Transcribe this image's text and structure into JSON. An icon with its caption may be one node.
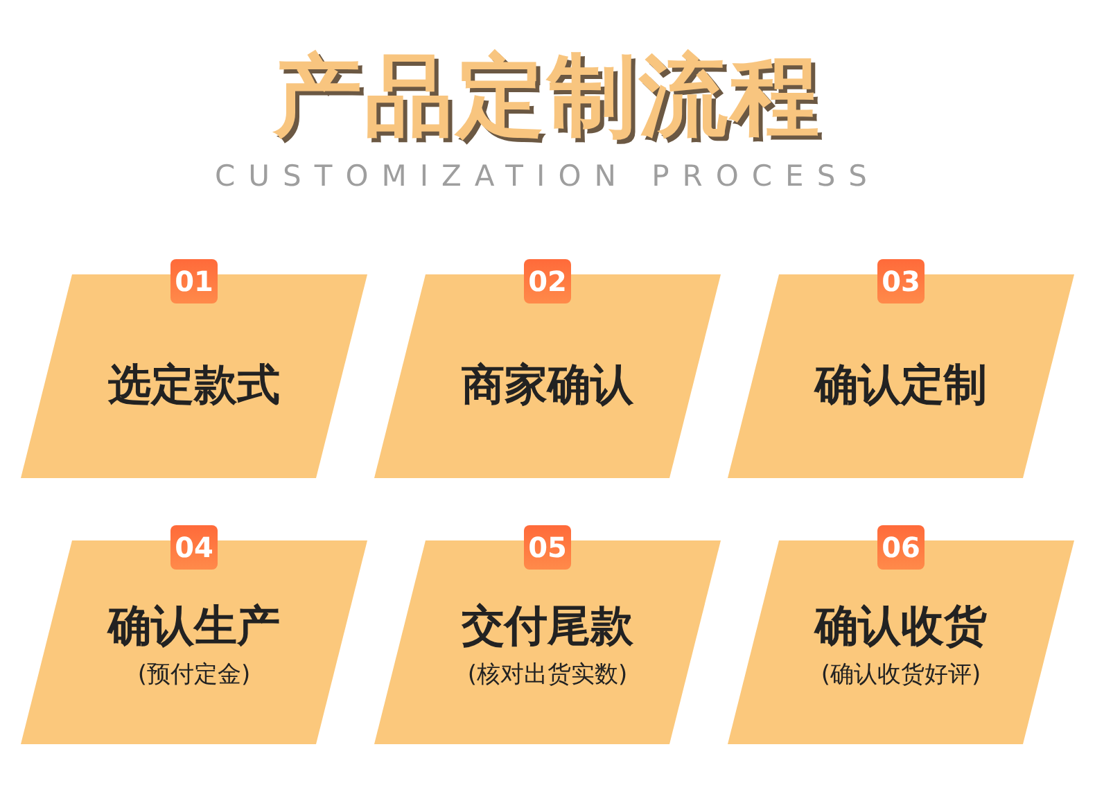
{
  "diagram": {
    "title": "产品定制流程",
    "nodes": [
      {
        "text": [
          "01",
          "选定款式"
        ]
      },
      {
        "text": [
          "02",
          "商家确认"
        ]
      },
      {
        "text": [
          "03",
          "确认定制"
        ]
      },
      {
        "text": [
          "04",
          "确认生产",
          "(预付定金)"
        ]
      },
      {
        "text": [
          "05",
          "交付尾款",
          "(核对出货实数)"
        ]
      },
      {
        "text": [
          "06",
          "确认收货",
          "(确认收货好评)"
        ]
      }
    ],
    "labels": [
      "CUSTOMIZATION PROCESS"
    ]
  }
}
